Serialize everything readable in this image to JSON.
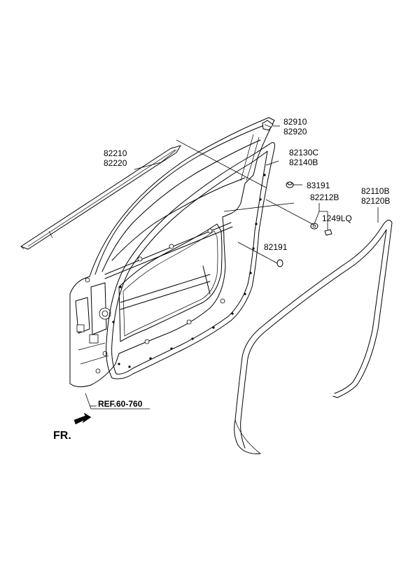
{
  "labels": {
    "p82910": "82910",
    "p82920": "82920",
    "p82210": "82210",
    "p82220": "82220",
    "p82130c": "82130C",
    "p82140b": "82140B",
    "p83191": "83191",
    "p82212b": "82212B",
    "p1249lq": "1249LQ",
    "p82110b": "82110B",
    "p82120b": "82120B",
    "p82191": "82191",
    "ref": "REF.60-760",
    "front": "FR."
  }
}
